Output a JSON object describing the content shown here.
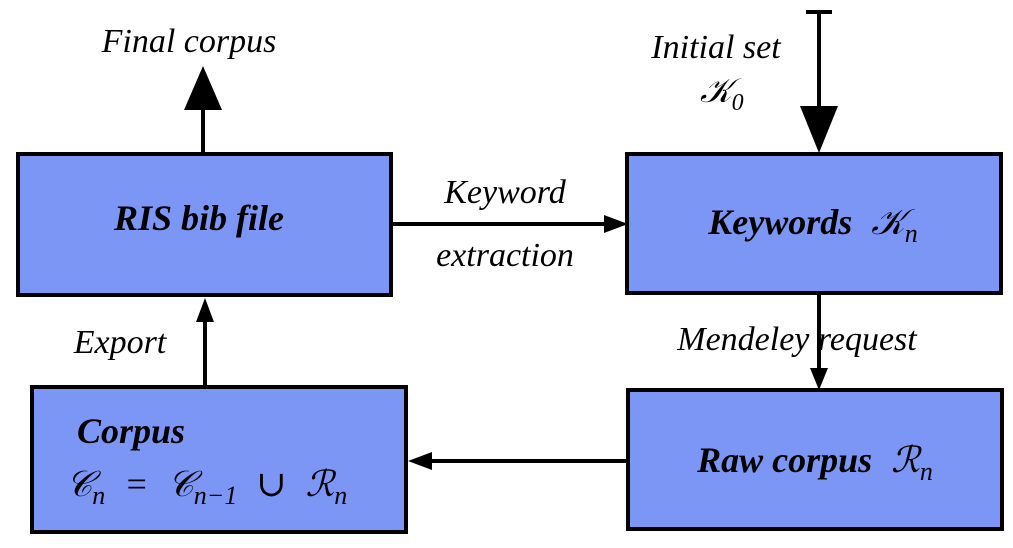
{
  "colors": {
    "box_fill": "#7b96f5",
    "stroke": "#000000",
    "background": "#ffffff"
  },
  "boxes": {
    "ris": {
      "label": "RIS bib file"
    },
    "keywords": {
      "label": "Keywords",
      "symbol": "𝒦",
      "subscript": "n"
    },
    "corpus": {
      "label": "Corpus",
      "formula_lhs": "𝒞",
      "formula_lhs_sub": "n",
      "formula_eq": "=",
      "formula_mid": "𝒞",
      "formula_mid_sub": "n−1",
      "formula_union": "∪",
      "formula_rhs": "ℛ",
      "formula_rhs_sub": "n"
    },
    "raw": {
      "label": "Raw corpus",
      "symbol": "ℛ",
      "subscript": "n"
    }
  },
  "edges": {
    "final_corpus": "Final corpus",
    "initial_set": "Initial set",
    "initial_symbol": "𝒦",
    "initial_subscript": "0",
    "keyword_extraction_line1": "Keyword",
    "keyword_extraction_line2": "extraction",
    "mendeley_request": "Mendeley request",
    "export": "Export"
  }
}
